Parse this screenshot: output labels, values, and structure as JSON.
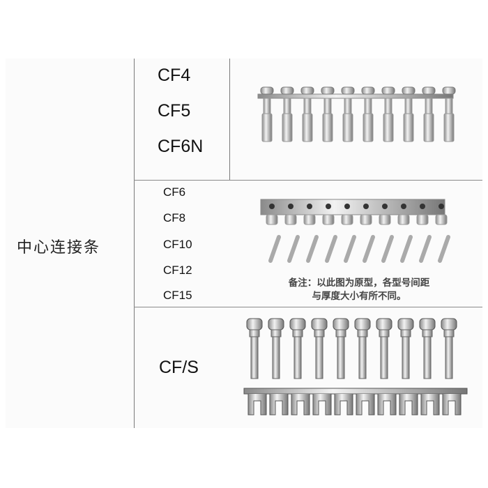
{
  "category": "中心连接条",
  "rows": [
    {
      "codes": [
        "CF4",
        "CF5",
        "CF6N"
      ]
    },
    {
      "codes": [
        "CF6",
        "CF8",
        "CF10",
        "CF12",
        "CF15"
      ],
      "note_line1": "备注：以此图为原型，各型号间距",
      "note_line2": "与厚度大小有所不同。"
    },
    {
      "codes": [
        "CF/S"
      ]
    }
  ]
}
